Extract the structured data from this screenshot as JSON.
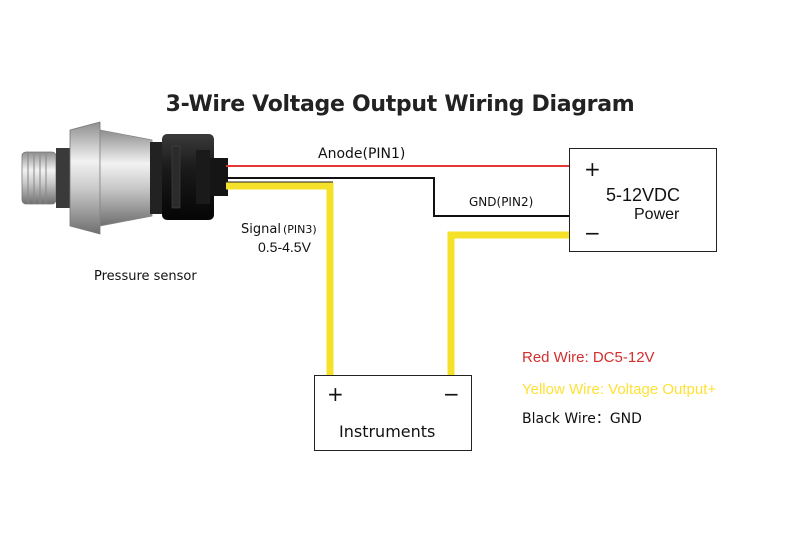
{
  "title": "3-Wire Voltage Output Wiring Diagram",
  "sensor": {
    "label": "Pressure sensor"
  },
  "wires": {
    "anode_label": "Anode(PIN1)",
    "gnd_label": "GND(PIN2)",
    "signal_label": "Signal",
    "signal_pin": "(PIN3)",
    "signal_range": "0.5-4.5V"
  },
  "power": {
    "line1": "5-12VDC",
    "line2": "Power",
    "plus": "+",
    "minus": "−"
  },
  "instruments": {
    "label": "Instruments",
    "plus": "+",
    "minus": "−"
  },
  "legend": {
    "red": "Red Wire: DC5-12V",
    "yellow": "Yellow Wire: Voltage Output+",
    "black_key": "Black Wire：",
    "black_val": "GND"
  },
  "colors": {
    "red": "#e53935",
    "yellow": "#f5e02a",
    "black": "#111111",
    "red_text": "#d32f2f",
    "yellow_text": "#ffe135"
  }
}
